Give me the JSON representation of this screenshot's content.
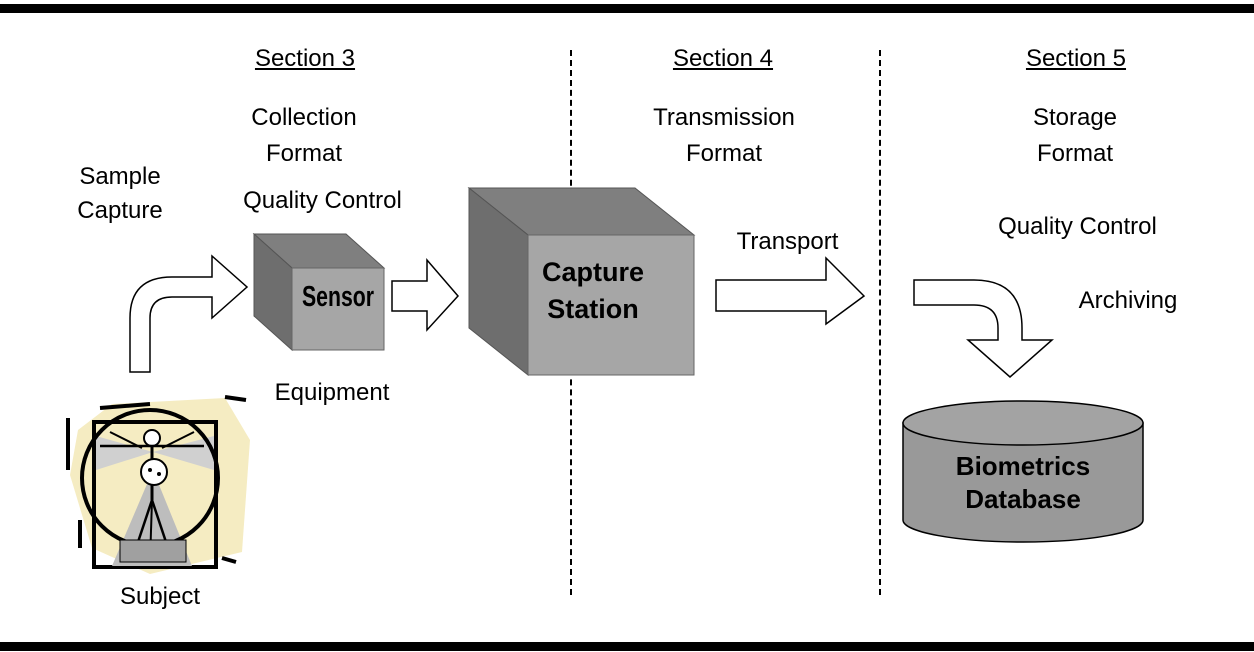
{
  "sections": [
    {
      "heading": "Section 3",
      "format_line1": "Collection",
      "format_line2": "Format"
    },
    {
      "heading": "Section 4",
      "format_line1": "Transmission",
      "format_line2": "Format"
    },
    {
      "heading": "Section 5",
      "format_line1": "Storage",
      "format_line2": "Format"
    }
  ],
  "labels": {
    "sample_line1": "Sample",
    "sample_line2": "Capture",
    "quality_control_collection": "Quality Control",
    "equipment": "Equipment",
    "subject": "Subject",
    "transport": "Transport",
    "quality_control_storage": "Quality Control",
    "archiving": "Archiving"
  },
  "boxes": {
    "sensor": "Sensor",
    "capture_line1": "Capture",
    "capture_line2": "Station",
    "db_line1": "Biometrics",
    "db_line2": "Database"
  },
  "colors": {
    "box_front": "#a6a6a6",
    "box_top": "#7f7f7f",
    "box_side": "#6e6e6e",
    "db_fill": "#999999",
    "subject_bg": "#f5ecc2"
  }
}
